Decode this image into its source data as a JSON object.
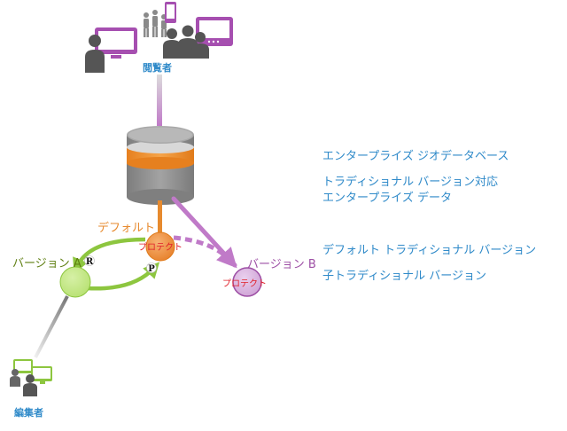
{
  "labels": {
    "viewers": "閲覧者",
    "editors": "編集者",
    "default": "デフォルト",
    "version_a": "バージョン A",
    "version_b": "バージョン B",
    "protect_default": "プロテクト",
    "protect_b": "プロテクト",
    "marker_r": "R",
    "marker_p": "P"
  },
  "legend": {
    "item1": "エンタープライズ ジオデータベース",
    "item2_line1": "トラディショナル バージョン対応",
    "item2_line2": "エンタープライズ データ",
    "item3": "デフォルト トラディショナル バージョン",
    "item4": "子トラディショナル バージョン"
  },
  "colors": {
    "accent_blue": "#2f8ac9",
    "viewer_purple": "#a64fb0",
    "default_orange": "#e78a2e",
    "version_a_green": "#8dc63f",
    "version_b_purple": "#9d4fa5",
    "protect_red": "#e0202a",
    "database_gray": "#8a8a8a"
  },
  "icons": [
    "viewer-group-icon",
    "editor-group-icon",
    "database-icon"
  ]
}
